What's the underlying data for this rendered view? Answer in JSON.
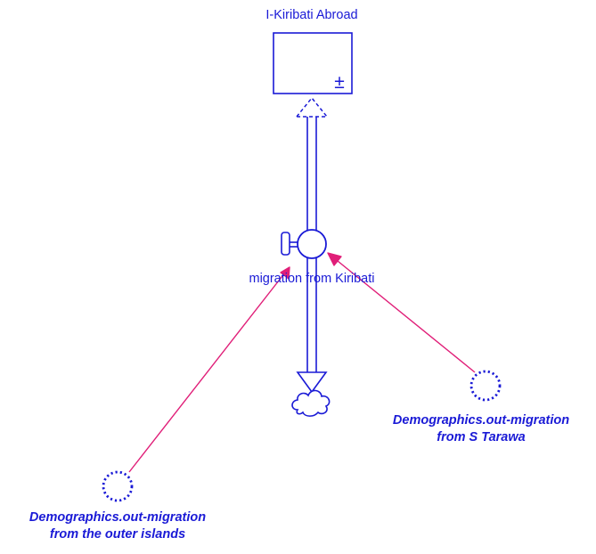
{
  "stock": {
    "name": "I-Kiribati Abroad",
    "symbol": "±"
  },
  "flow": {
    "name": "migration from Kiribati"
  },
  "ghosts": [
    {
      "line1": "Demographics.out-migration",
      "line2": "from S Tarawa"
    },
    {
      "line1": "Demographics.out-migration",
      "line2": "from the outer islands"
    }
  ],
  "colors": {
    "element": "#1a1ad6",
    "connector": "#e01e78",
    "background": "#ffffff"
  }
}
